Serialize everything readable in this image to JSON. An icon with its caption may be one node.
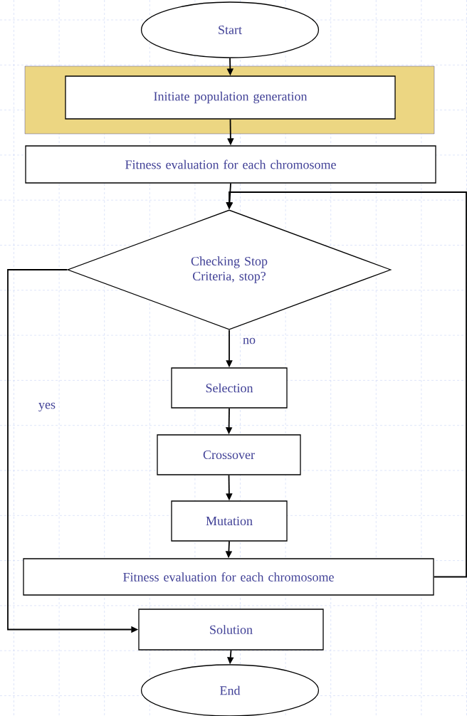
{
  "diagram": {
    "nodes": [
      {
        "text": [
          "Start"
        ]
      },
      {
        "text": [],
        "shape": "box"
      },
      {
        "text": [
          "Initiate population generation"
        ],
        "in": 1
      },
      {
        "text": [
          "Fitness evaluation for each chromosome"
        ]
      },
      {
        "text": [
          "Checking Stop Criteria, stop?"
        ]
      },
      {
        "text": [
          "Selection"
        ]
      },
      {
        "text": [
          "Crossover"
        ]
      },
      {
        "text": [
          "Mutation"
        ]
      },
      {
        "text": [
          "Fitness evaluation for each chromosome"
        ]
      },
      {
        "text": [
          "Solution"
        ]
      },
      {
        "text": [
          "End"
        ]
      }
    ],
    "edges": [
      {
        "from": 0,
        "to": 2,
        "arrow": "to"
      },
      {
        "from": 2,
        "to": 3,
        "arrow": "to"
      },
      {
        "from": 3,
        "to": 4,
        "arrow": "to"
      },
      {
        "from": 4,
        "to": 5,
        "arrow": "to",
        "label": "no"
      },
      {
        "from": 5,
        "to": 6,
        "arrow": "to"
      },
      {
        "from": 6,
        "to": 7,
        "arrow": "to"
      },
      {
        "from": 7,
        "to": 8,
        "arrow": "to"
      },
      {
        "from": 8,
        "to": 4,
        "arrow": "to"
      },
      {
        "from": 4,
        "to": 9,
        "arrow": "to",
        "label": "yes"
      },
      {
        "from": 9,
        "to": 10,
        "arrow": "to"
      }
    ]
  }
}
